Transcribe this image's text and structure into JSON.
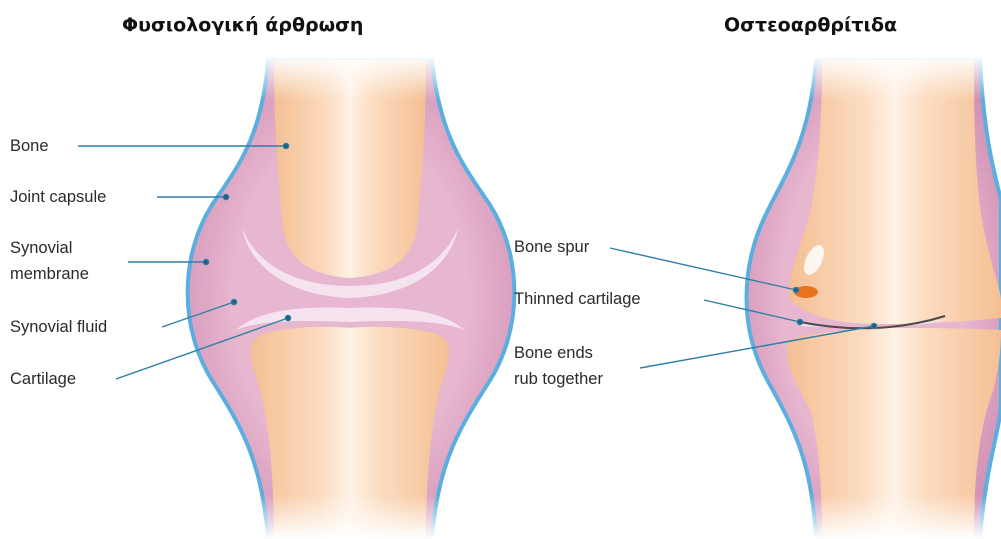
{
  "titles": {
    "normal": "Φυσιολογική   άρθρωση",
    "oa": "Οστεοαρθρίτιδα"
  },
  "normal_labels": {
    "bone": "Bone",
    "joint_capsule": "Joint capsule",
    "synovial_membrane_1": "Synovial",
    "synovial_membrane_2": "membrane",
    "synovial_fluid": "Synovial fluid",
    "cartilage": "Cartilage"
  },
  "oa_labels": {
    "bone_spur": "Bone spur",
    "thinned_cartilage": "Thinned cartilage",
    "bone_ends_1": "Bone ends",
    "bone_ends_2": "rub together"
  },
  "colors": {
    "capsule_outline": "#5aaee0",
    "capsule_fill": "#d9a1bf",
    "bone": "#f7c9a0",
    "cartilage": "#f5e4ef",
    "leader_line": "#2f7fa5",
    "spur": "#e8741c"
  }
}
